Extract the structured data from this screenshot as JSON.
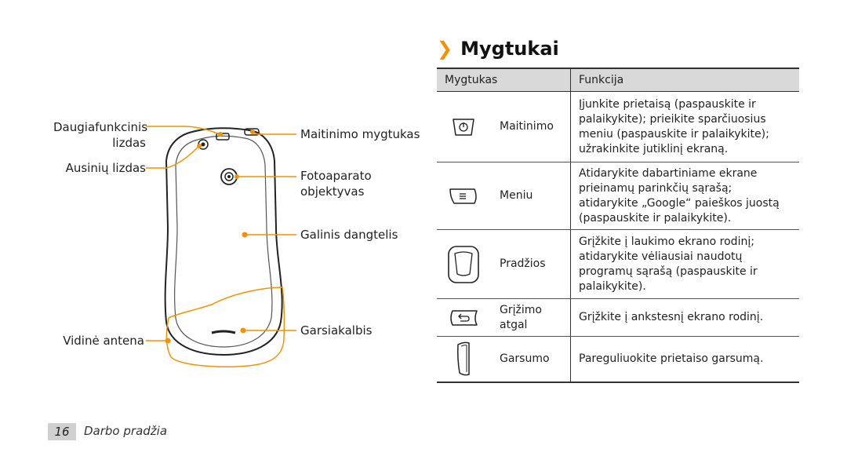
{
  "phone_labels": {
    "multi_jack_line1": "Daugiafunkcinis",
    "multi_jack_line2": "lizdas",
    "headset_jack": "Ausinių lizdas",
    "power_button": "Maitinimo mygtukas",
    "camera_line1": "Fotoaparato",
    "camera_line2": "objektyvas",
    "back_cover": "Galinis dangtelis",
    "speaker": "Garsiakalbis",
    "antenna": "Vidinė antena"
  },
  "section": {
    "title": "Mygtukai"
  },
  "table": {
    "headers": [
      "Mygtukas",
      "Funkcija"
    ],
    "rows": [
      {
        "icon": "power-key-icon",
        "name": "Maitinimo",
        "lines": [
          "Įjunkite prietaisą (paspauskite ir",
          "palaikykite); prieikite sparčiuosius",
          "meniu (paspauskite ir palaikykite);",
          "užrakinkite jutiklinį ekraną."
        ]
      },
      {
        "icon": "menu-key-icon",
        "name": "Meniu",
        "lines": [
          "Atidarykite dabartiniame ekrane",
          "prieinamų parinkčių sąrašą;",
          "atidarykite „Google“ paieškos juostą",
          "(paspauskite ir palaikykite)."
        ]
      },
      {
        "icon": "home-key-icon",
        "name": "Pradžios",
        "lines": [
          "Grįžkite į laukimo ekrano rodinį;",
          "atidarykite vėliausiai naudotų",
          "programų sąrašą (paspauskite ir",
          "palaikykite)."
        ]
      },
      {
        "icon": "back-key-icon",
        "name_lines": [
          "Grįžimo",
          "atgal"
        ],
        "lines": [
          "Grįžkite į ankstesnį ekrano rodinį."
        ]
      },
      {
        "icon": "volume-key-icon",
        "name": "Garsumo",
        "lines": [
          "Pareguliuokite prietaiso garsumą."
        ]
      }
    ]
  },
  "footer": {
    "page_number": "16",
    "section_name": "Darbo pradžia"
  },
  "colors": {
    "accent": "#f39200",
    "header_bg": "#d9d9d9"
  }
}
